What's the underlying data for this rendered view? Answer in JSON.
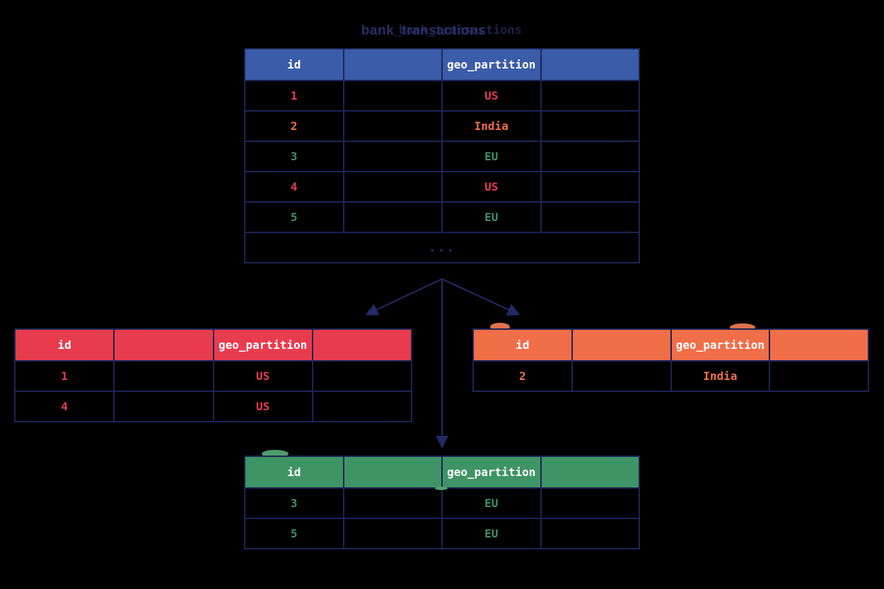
{
  "title": {
    "text": "bank_transactions",
    "shadow_text": "bank_transactions"
  },
  "colors": {
    "background": "#000000",
    "border_navy": "#1B2556",
    "arrow_navy": "#232B66",
    "header_blue": "#3B5CA8",
    "partition_red": "#E83C4E",
    "partition_orange": "#F06E48",
    "partition_green": "#3F9465",
    "header_text": "#FFFFFF"
  },
  "main_table": {
    "columns": [
      "id",
      "",
      "geo_partition",
      ""
    ],
    "rows": [
      {
        "id": "1",
        "geo_partition": "US"
      },
      {
        "id": "2",
        "geo_partition": "India"
      },
      {
        "id": "3",
        "geo_partition": "EU"
      },
      {
        "id": "4",
        "geo_partition": "US"
      },
      {
        "id": "5",
        "geo_partition": "EU"
      }
    ],
    "ellipsis": "..."
  },
  "us_partition": {
    "columns": [
      "id",
      "",
      "geo_partition",
      ""
    ],
    "rows": [
      {
        "id": "1",
        "geo_partition": "US"
      },
      {
        "id": "4",
        "geo_partition": "US"
      }
    ]
  },
  "india_partition": {
    "columns": [
      "id",
      "",
      "geo_partition",
      ""
    ],
    "rows": [
      {
        "id": "2",
        "geo_partition": "India"
      }
    ]
  },
  "eu_partition": {
    "columns": [
      "id",
      "",
      "geo_partition",
      ""
    ],
    "rows": [
      {
        "id": "3",
        "geo_partition": "EU"
      },
      {
        "id": "5",
        "geo_partition": "EU"
      }
    ]
  }
}
